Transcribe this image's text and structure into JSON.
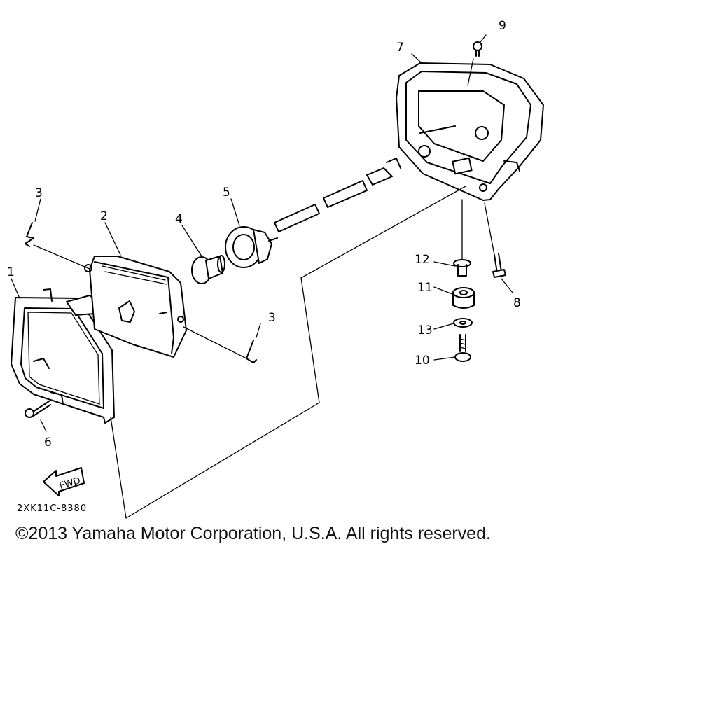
{
  "diagram": {
    "callouts": [
      {
        "number": "1",
        "part": "headlight-rim"
      },
      {
        "number": "2",
        "part": "headlight-unit"
      },
      {
        "number": "3",
        "part": "spring"
      },
      {
        "number": "4",
        "part": "bulb"
      },
      {
        "number": "5",
        "part": "socket-cord"
      },
      {
        "number": "6",
        "part": "screw"
      },
      {
        "number": "7",
        "part": "headlight-body"
      },
      {
        "number": "8",
        "part": "screw"
      },
      {
        "number": "9",
        "part": "screw"
      },
      {
        "number": "10",
        "part": "bolt"
      },
      {
        "number": "11",
        "part": "damper"
      },
      {
        "number": "12",
        "part": "collar"
      },
      {
        "number": "13",
        "part": "washer"
      }
    ],
    "fwd_label": "FWD",
    "drawing_code": "2XK11C-8380"
  },
  "copyright": "©2013 Yamaha Motor Corporation, U.S.A. All rights reserved."
}
